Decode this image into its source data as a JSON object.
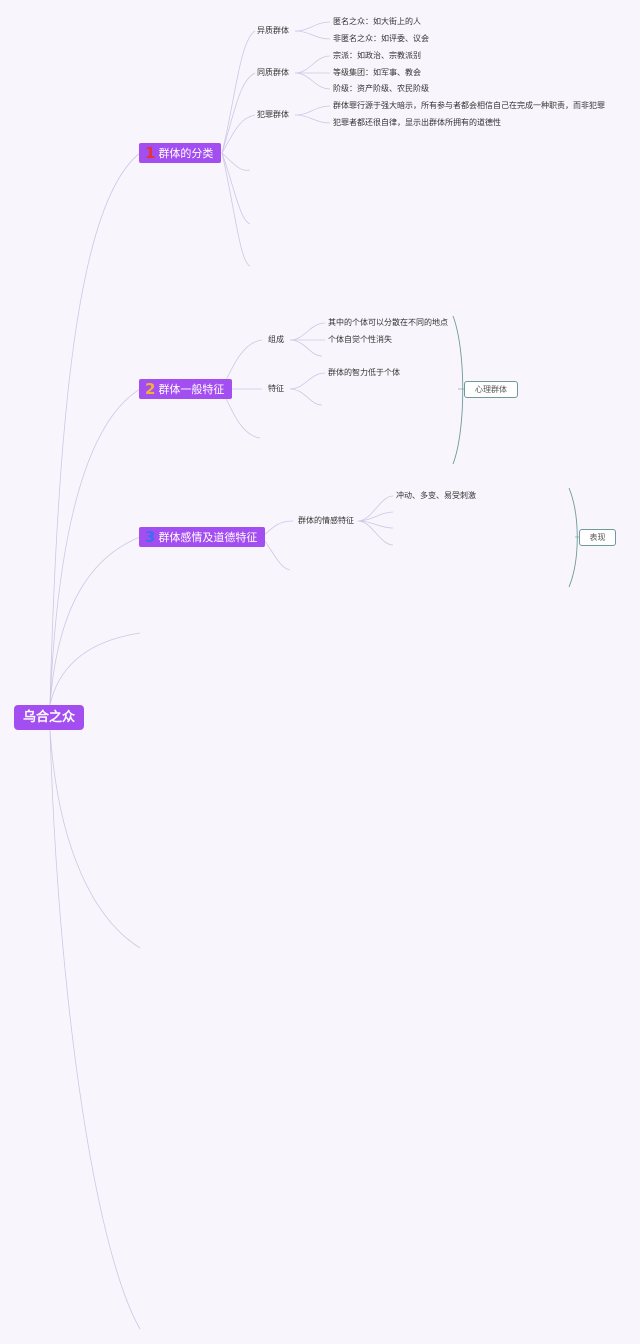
{
  "root": {
    "label": "乌合之众"
  },
  "branches": [
    {
      "number": "1",
      "number_color": "#e8342d",
      "label": "群体的分类",
      "topics": [
        {
          "label": "异质群体",
          "items": [
            "匿名之众：如大街上的人",
            "非匿名之众：如评委、议会"
          ]
        },
        {
          "label": "同质群体",
          "items": [
            "宗派：如政治、宗教派别",
            "等级集团：如军事、教会",
            "阶级：资产阶级、农民阶级"
          ]
        },
        {
          "label": "犯罪群体",
          "items": [
            "群体罪行源于强大暗示，所有参与者都会相信自己在完成一种职责，而非犯罪",
            "犯罪者都还很自律，显示出群体所拥有的道德性"
          ]
        }
      ]
    },
    {
      "number": "2",
      "number_color": "#f2b233",
      "label": "群体一般特征",
      "topics": [
        {
          "label": "组成",
          "items": [
            "其中的个体可以分散在不同的地点",
            "个体自觉个性消失"
          ]
        },
        {
          "label": "特征",
          "items": [
            "群体的智力低于个体"
          ]
        }
      ],
      "summary": "心理群体"
    },
    {
      "number": "3",
      "number_color": "#3b6ef0",
      "label": "群体感情及道德特征",
      "topics": [
        {
          "label": "群体的情感特征",
          "items": [
            "冲动、多变、易受刺激"
          ]
        }
      ],
      "summary": "表现"
    }
  ],
  "colors": {
    "accent": "#a34ef0",
    "link": "#cfc6e6",
    "bracket": "#6f9a9c",
    "background": "#f8f6fc"
  }
}
